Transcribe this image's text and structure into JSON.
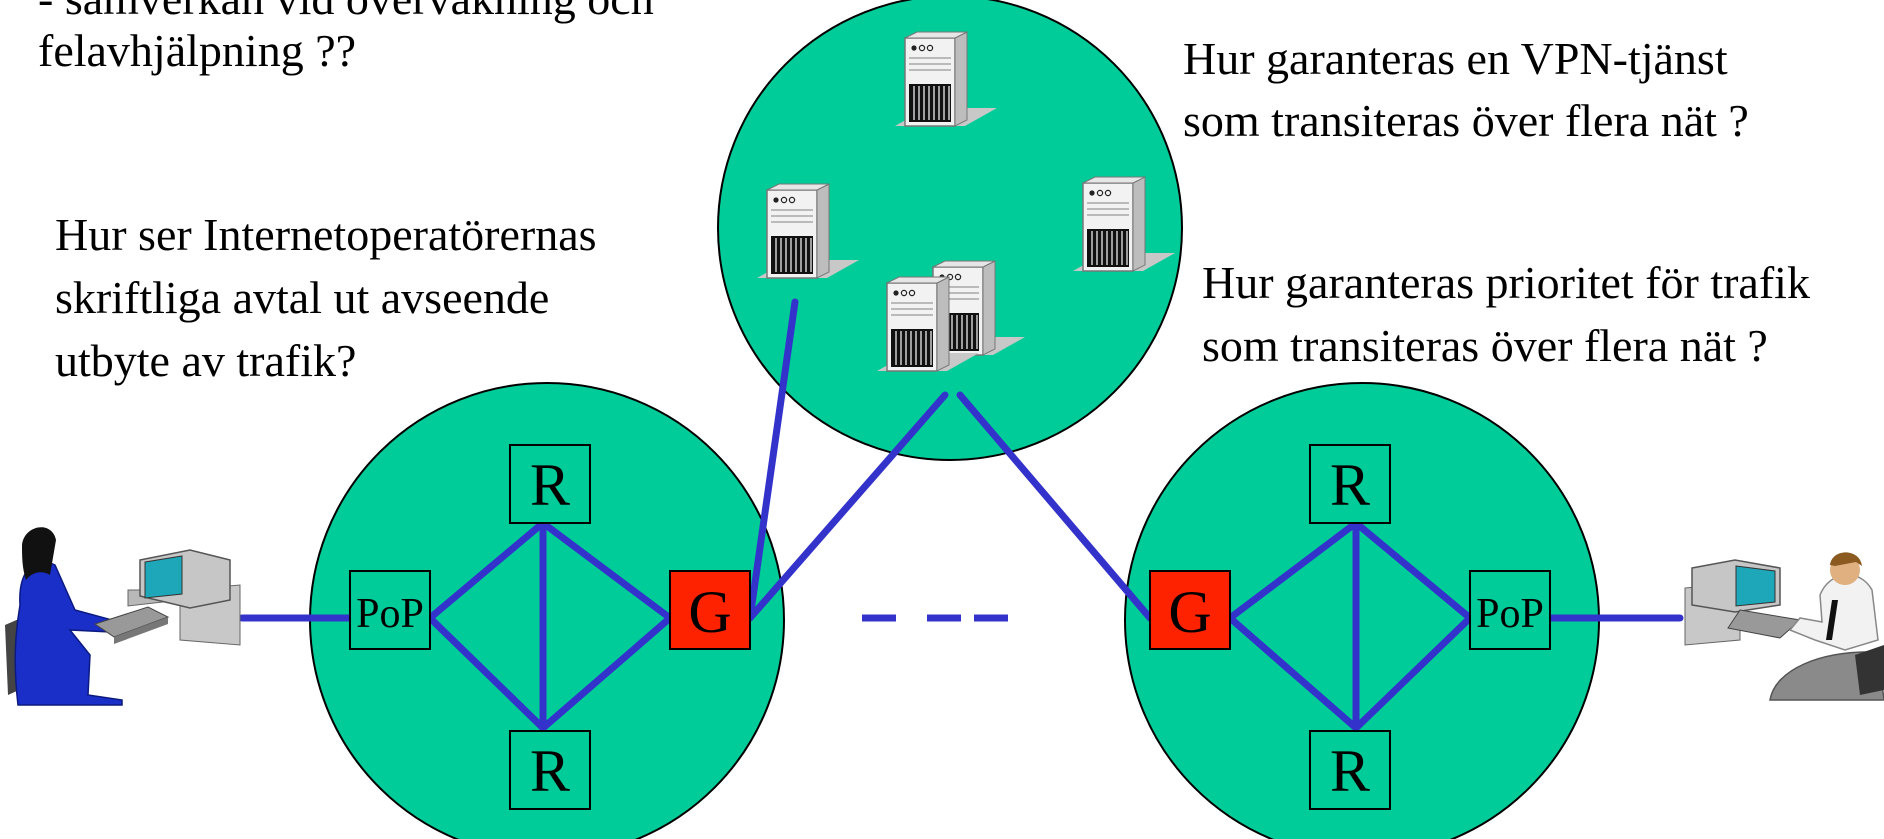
{
  "texts": {
    "top_left_line1": "- samverkan vid övervakning och",
    "top_left_line2": "felavhjälpning ??",
    "q_agreements": [
      "Hur ser Internetoperatörernas",
      "skriftliga avtal ut avseende",
      "utbyte av trafik?"
    ],
    "q_vpn": [
      "Hur garanteras en VPN-tjänst",
      "som transiteras över flera nät ?"
    ],
    "q_priority": [
      "Hur garanteras prioritet för trafik",
      "som transiteras över flera nät ?"
    ]
  },
  "nodes": {
    "router": "R",
    "gateway": "G",
    "pop": "PoP"
  },
  "colors": {
    "network_fill": "#00cc99",
    "link": "#3333cc",
    "gateway_fill": "#ff2200",
    "node_border": "#000000"
  },
  "icons": {
    "left_user": "woman-at-computer-icon",
    "right_user": "man-at-computer-icon",
    "server": "server-tower-icon"
  }
}
